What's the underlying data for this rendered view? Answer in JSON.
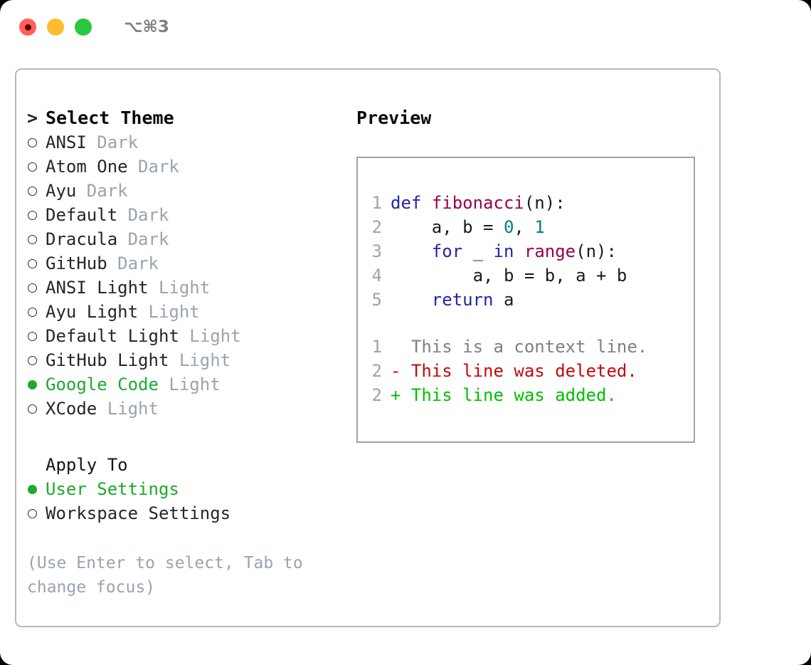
{
  "titlebar": {
    "buttons": [
      {
        "name": "close",
        "color": "#ff6058"
      },
      {
        "name": "minimize",
        "color": "#ffbd2e"
      },
      {
        "name": "zoom",
        "color": "#28c840"
      }
    ],
    "shortcut": "⌥⌘3"
  },
  "theme_selector": {
    "header_prefix": "> ",
    "header": "Select Theme",
    "items": [
      {
        "marker": "○",
        "selected": false,
        "label": "ANSI",
        "suffix": " Dark"
      },
      {
        "marker": "○",
        "selected": false,
        "label": "Atom One",
        "suffix": " Dark"
      },
      {
        "marker": "○",
        "selected": false,
        "label": "Ayu",
        "suffix": " Dark"
      },
      {
        "marker": "○",
        "selected": false,
        "label": "Default",
        "suffix": " Dark"
      },
      {
        "marker": "○",
        "selected": false,
        "label": "Dracula",
        "suffix": " Dark"
      },
      {
        "marker": "○",
        "selected": false,
        "label": "GitHub",
        "suffix": " Dark"
      },
      {
        "marker": "○",
        "selected": false,
        "label": "ANSI Light",
        "suffix": " Light"
      },
      {
        "marker": "○",
        "selected": false,
        "label": "Ayu Light",
        "suffix": " Light"
      },
      {
        "marker": "○",
        "selected": false,
        "label": "Default Light",
        "suffix": " Light"
      },
      {
        "marker": "○",
        "selected": false,
        "label": "GitHub Light",
        "suffix": " Light"
      },
      {
        "marker": "●",
        "selected": true,
        "label": "Google Code",
        "suffix": " Light"
      },
      {
        "marker": "○",
        "selected": false,
        "label": "XCode",
        "suffix": " Light"
      }
    ]
  },
  "apply_to": {
    "header": "Apply To",
    "items": [
      {
        "marker": "●",
        "selected": true,
        "label": "User Settings"
      },
      {
        "marker": "○",
        "selected": false,
        "label": "Workspace Settings"
      }
    ]
  },
  "hint": "(Use Enter to select, Tab to change focus)",
  "preview": {
    "title": "Preview",
    "code_lines": [
      {
        "no": "1",
        "tokens": [
          {
            "t": "def",
            "c": "kw"
          },
          {
            "t": " ",
            "c": "def"
          },
          {
            "t": "fibonacci",
            "c": "fn"
          },
          {
            "t": "(n):",
            "c": "def"
          }
        ]
      },
      {
        "no": "2",
        "tokens": [
          {
            "t": "    a, b = ",
            "c": "def"
          },
          {
            "t": "0",
            "c": "num"
          },
          {
            "t": ", ",
            "c": "def"
          },
          {
            "t": "1",
            "c": "num"
          }
        ]
      },
      {
        "no": "3",
        "tokens": [
          {
            "t": "    ",
            "c": "def"
          },
          {
            "t": "for",
            "c": "kw"
          },
          {
            "t": " _ ",
            "c": "def"
          },
          {
            "t": "in",
            "c": "kw"
          },
          {
            "t": " ",
            "c": "def"
          },
          {
            "t": "range",
            "c": "fn"
          },
          {
            "t": "(n):",
            "c": "def"
          }
        ]
      },
      {
        "no": "4",
        "tokens": [
          {
            "t": "        a, b = b, a + b",
            "c": "def"
          }
        ]
      },
      {
        "no": "5",
        "tokens": [
          {
            "t": "    ",
            "c": "def"
          },
          {
            "t": "return",
            "c": "kw"
          },
          {
            "t": " a",
            "c": "def"
          }
        ]
      }
    ],
    "diff_lines": [
      {
        "no": "1",
        "kind": "context",
        "sign": " ",
        "text": " This is a context line."
      },
      {
        "no": "2",
        "kind": "deleted",
        "sign": "-",
        "text": " This line was deleted."
      },
      {
        "no": "2",
        "kind": "added",
        "sign": "+",
        "text": " This line was added."
      }
    ]
  },
  "colors": {
    "accent_green": "#1daa2d",
    "muted": "#9aa3b0",
    "keyword": "#2323a8",
    "function": "#99004d",
    "number": "#008080",
    "diff_deleted": "#c40a0a",
    "diff_added": "#00c000",
    "border": "#9aa3b0",
    "panel_border": "#b2bac6"
  }
}
